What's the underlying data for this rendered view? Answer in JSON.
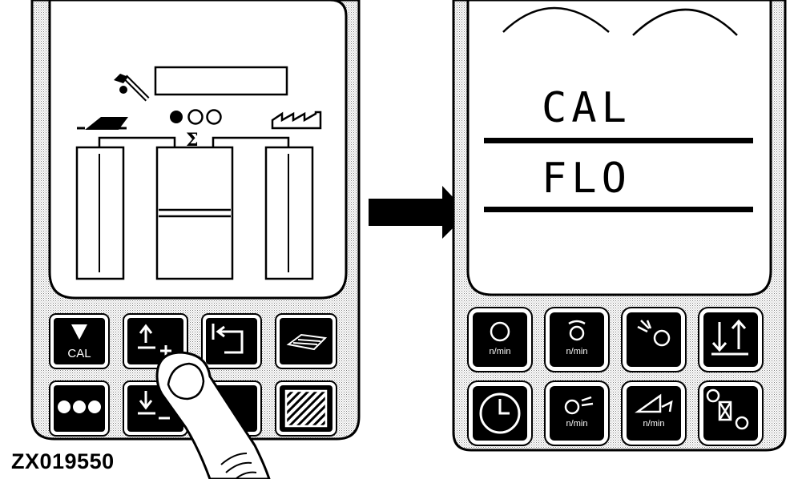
{
  "figure_id": "ZX019550",
  "left_panel": {
    "keys": [
      {
        "name": "cal-down-key",
        "label": "CAL",
        "icon": "down-triangle-icon"
      },
      {
        "name": "up-plus-key",
        "label": "",
        "icon": "arrow-up-plus-icon"
      },
      {
        "name": "return-key",
        "label": "",
        "icon": "return-arrow-icon"
      },
      {
        "name": "field-key",
        "label": "",
        "icon": "field-map-icon"
      },
      {
        "name": "dots-key",
        "label": "",
        "icon": "three-dots-icon"
      },
      {
        "name": "down-minus-key",
        "label": "",
        "icon": "arrow-down-minus-icon"
      },
      {
        "name": "hidden-key",
        "label": "",
        "icon": "hidden-icon"
      },
      {
        "name": "hatch-key",
        "label": "",
        "icon": "hatched-square-icon"
      }
    ],
    "summation_symbol": "Σ"
  },
  "right_panel": {
    "lcd_line1": "CAL",
    "lcd_line2": "FLO",
    "keys": [
      {
        "name": "engine-speed-key",
        "unit": "n/min",
        "icon": "engine-speed-icon"
      },
      {
        "name": "rotor-speed-key",
        "unit": "n/min",
        "icon": "rotor-speed-icon"
      },
      {
        "name": "fan-speed-key",
        "unit": "",
        "icon": "fan-gear-icon"
      },
      {
        "name": "header-height-key",
        "unit": "",
        "icon": "up-down-arrows-icon"
      },
      {
        "name": "clock-key",
        "unit": "",
        "icon": "clock-icon"
      },
      {
        "name": "ground-speed-key",
        "unit": "n/min",
        "icon": "ground-speed-icon"
      },
      {
        "name": "chopper-speed-key",
        "unit": "n/min",
        "icon": "chopper-speed-icon"
      },
      {
        "name": "shoe-key",
        "unit": "",
        "icon": "sieve-gear-icon"
      }
    ]
  },
  "colors": {
    "ink": "#000000",
    "paper": "#ffffff",
    "stipple": "#7a7a7a"
  }
}
